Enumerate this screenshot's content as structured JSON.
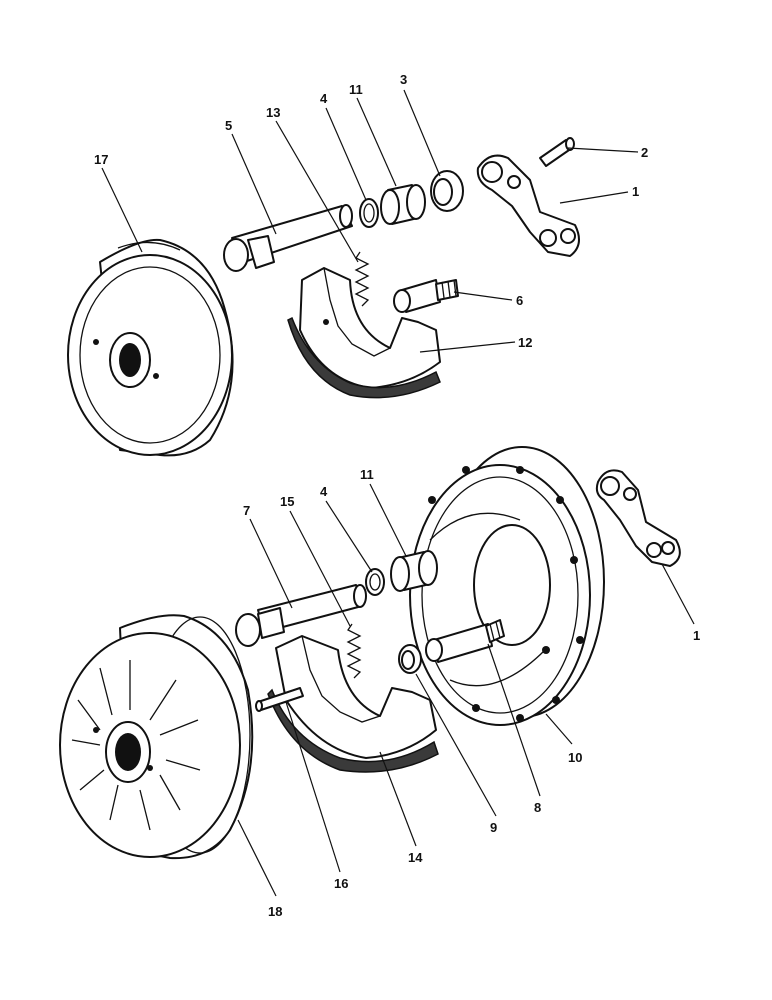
{
  "callouts": {
    "c1a": "1",
    "c2": "2",
    "c3": "3",
    "c4a": "4",
    "c11a": "11",
    "c13": "13",
    "c5": "5",
    "c17": "17",
    "c6": "6",
    "c12": "12",
    "c11b": "11",
    "c4b": "4",
    "c15": "15",
    "c7": "7",
    "c1b": "1",
    "c10": "10",
    "c8": "8",
    "c9": "9",
    "c14": "14",
    "c16": "16",
    "c18": "18"
  }
}
